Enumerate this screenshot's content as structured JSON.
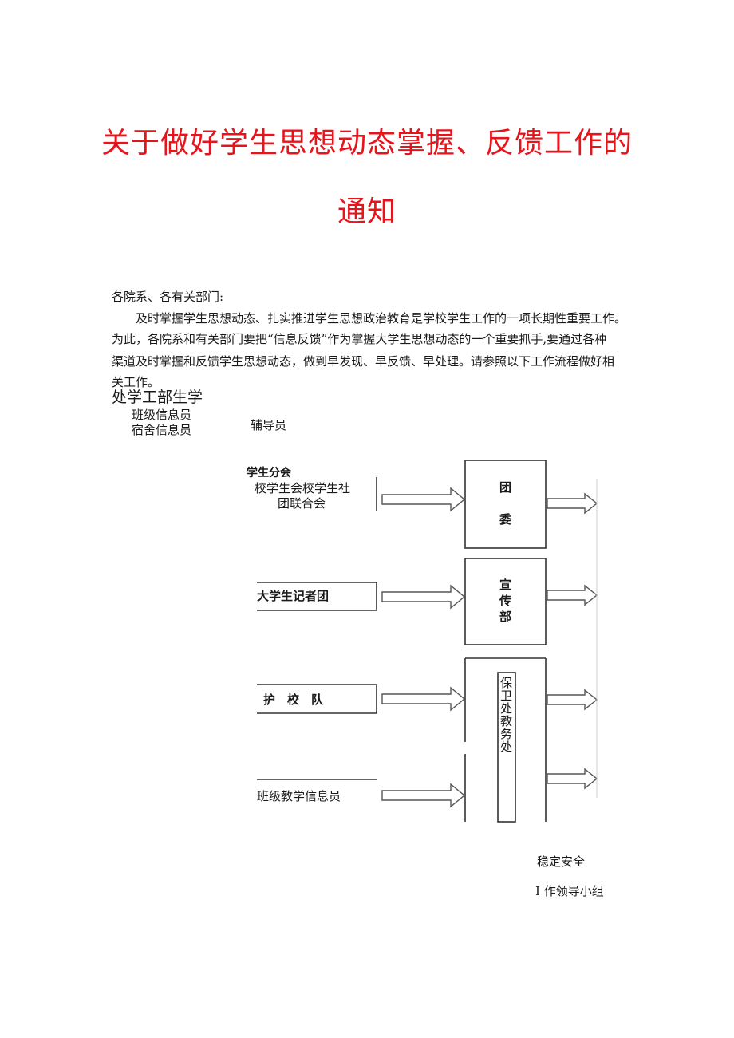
{
  "title": {
    "line1": "关于做好学生思想动态掌握、反馈工作的",
    "line2": "通知"
  },
  "body": {
    "salutation": "各院系、各有关部门:",
    "para_line1": "及时掌握学生思想动态、扎实推进学生思想政治教育是学校学生工作的一项长期性重要工作。",
    "para_line2": "为此，各院系和有关部门要把“信息反馈”作为掌握大学生思想动态的一个重要抓手,要通过各种",
    "para_line3": "渠道及时掌握和反馈学生思想动态，做到早发现、早反馈、早处理。请参照以下工作流程做好相",
    "para_line4": "关工作。"
  },
  "diagram": {
    "overlay_heading": "处学工部生学",
    "class_info": "班级信息员",
    "dorm_info": "宿舍信息员",
    "counselor": "辅导员",
    "student_branch": "学生分会",
    "union_line1": "校学生会校学生社",
    "union_line2": "团联合会",
    "reporters": "大学生记者团",
    "guard_team": "护　校　队",
    "teaching_info": "班级教学信息员",
    "youth_league_1": "团",
    "youth_league_2": "委",
    "publicity_1": "宣",
    "publicity_2": "传",
    "publicity_3": "部",
    "security_academic": "保卫处教务处",
    "stability_line1": "稳定安全",
    "stability_line2": "I 作领导小组"
  }
}
